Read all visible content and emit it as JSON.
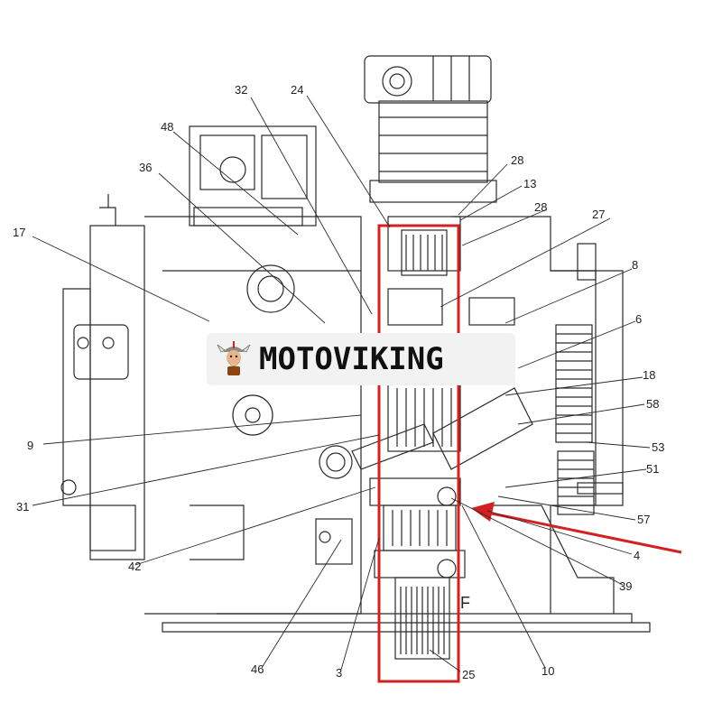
{
  "brand": {
    "text": "MOTOVIKING",
    "mascot_icon": "viking-mascot-icon"
  },
  "section_letter": "F",
  "callouts": {
    "c32": "32",
    "c24": "24",
    "c48": "48",
    "c36": "36",
    "c17": "17",
    "c28a": "28",
    "c13": "13",
    "c28b": "28",
    "c27": "27",
    "c8": "8",
    "c6": "6",
    "c18": "18",
    "c58": "58",
    "c53": "53",
    "c51": "51",
    "c57": "57",
    "c4": "4",
    "c39": "39",
    "c10": "10",
    "c25": "25",
    "c3": "3",
    "c46": "46",
    "c42": "42",
    "c31": "31",
    "c9": "9"
  },
  "colors": {
    "line": "#2a2a2a",
    "highlight_box": "#d42020",
    "arrow": "#d42020",
    "badge_bg": "#f2f2f2"
  }
}
